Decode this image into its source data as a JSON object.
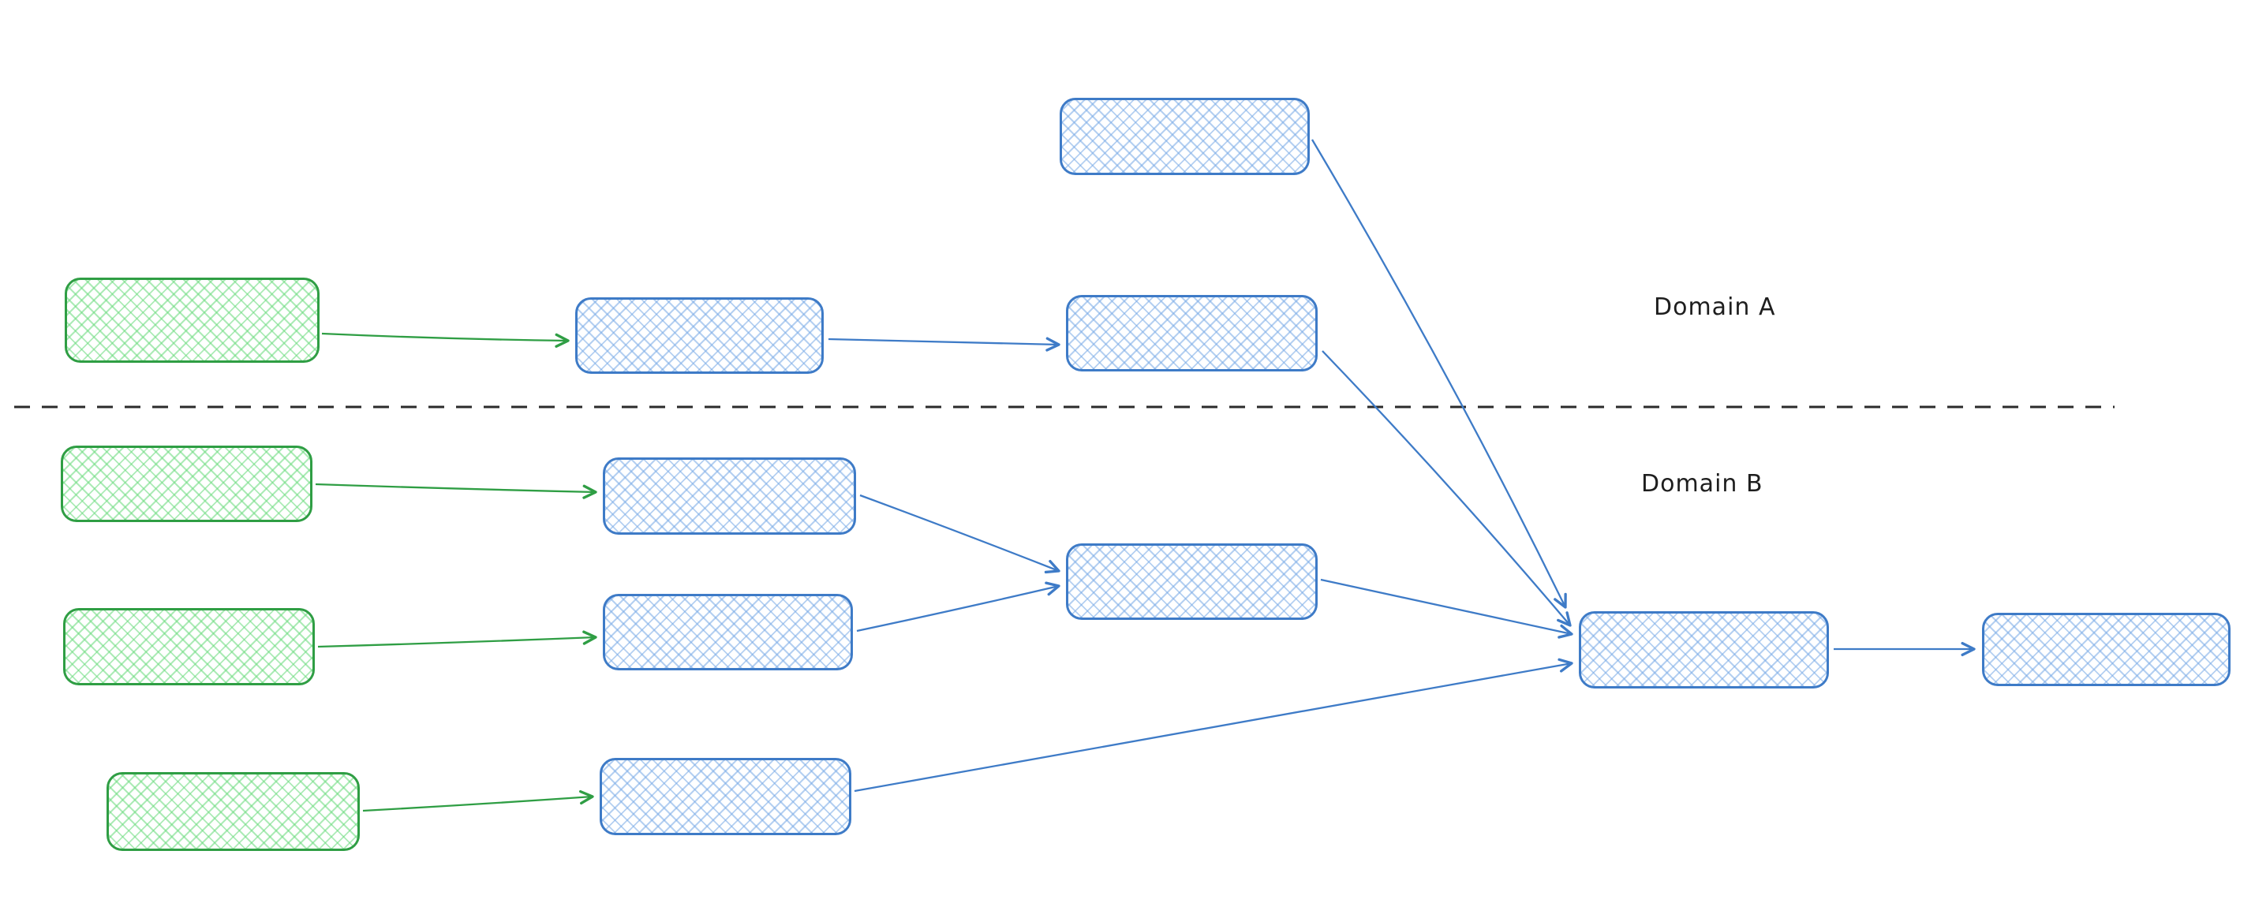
{
  "diagram": {
    "type": "flow-diagram",
    "labels": {
      "domain_a": "Domain A",
      "domain_b": "Domain B"
    },
    "colors": {
      "green_stroke": "#2f9e44",
      "green_hatch": "#69db7c",
      "blue_stroke": "#3e7bc7",
      "blue_hatch": "#78aae6",
      "divider": "#2b2b2b",
      "background": "#ffffff",
      "text": "#1e1e1e"
    },
    "nodes": [
      {
        "id": "blue-top",
        "color": "blue",
        "label": "",
        "domain": "A"
      },
      {
        "id": "green-a",
        "color": "green",
        "label": "",
        "domain": "A"
      },
      {
        "id": "blue-a1",
        "color": "blue",
        "label": "",
        "domain": "A"
      },
      {
        "id": "blue-a2",
        "color": "blue",
        "label": "",
        "domain": "A"
      },
      {
        "id": "green-b1",
        "color": "green",
        "label": "",
        "domain": "B"
      },
      {
        "id": "blue-b1",
        "color": "blue",
        "label": "",
        "domain": "B"
      },
      {
        "id": "green-b2",
        "color": "green",
        "label": "",
        "domain": "B"
      },
      {
        "id": "blue-b2",
        "color": "blue",
        "label": "",
        "domain": "B"
      },
      {
        "id": "blue-b-merge",
        "color": "blue",
        "label": "",
        "domain": "B"
      },
      {
        "id": "green-b3",
        "color": "green",
        "label": "",
        "domain": "B"
      },
      {
        "id": "blue-b3",
        "color": "blue",
        "label": "",
        "domain": "B"
      },
      {
        "id": "blue-final-merge",
        "color": "blue",
        "label": "",
        "domain": "B"
      },
      {
        "id": "blue-output",
        "color": "blue",
        "label": "",
        "domain": "B"
      }
    ],
    "edges": [
      {
        "from": "green-a",
        "to": "blue-a1",
        "color": "green"
      },
      {
        "from": "blue-a1",
        "to": "blue-a2",
        "color": "blue"
      },
      {
        "from": "blue-top",
        "to": "blue-final-merge",
        "color": "blue"
      },
      {
        "from": "blue-a2",
        "to": "blue-final-merge",
        "color": "blue"
      },
      {
        "from": "green-b1",
        "to": "blue-b1",
        "color": "green"
      },
      {
        "from": "green-b2",
        "to": "blue-b2",
        "color": "green"
      },
      {
        "from": "green-b3",
        "to": "blue-b3",
        "color": "green"
      },
      {
        "from": "blue-b1",
        "to": "blue-b-merge",
        "color": "blue"
      },
      {
        "from": "blue-b2",
        "to": "blue-b-merge",
        "color": "blue"
      },
      {
        "from": "blue-b-merge",
        "to": "blue-final-merge",
        "color": "blue"
      },
      {
        "from": "blue-b3",
        "to": "blue-final-merge",
        "color": "blue"
      },
      {
        "from": "blue-final-merge",
        "to": "blue-output",
        "color": "blue"
      }
    ],
    "divider": {
      "style": "dashed",
      "orientation": "horizontal",
      "separates": [
        "Domain A",
        "Domain B"
      ]
    }
  }
}
